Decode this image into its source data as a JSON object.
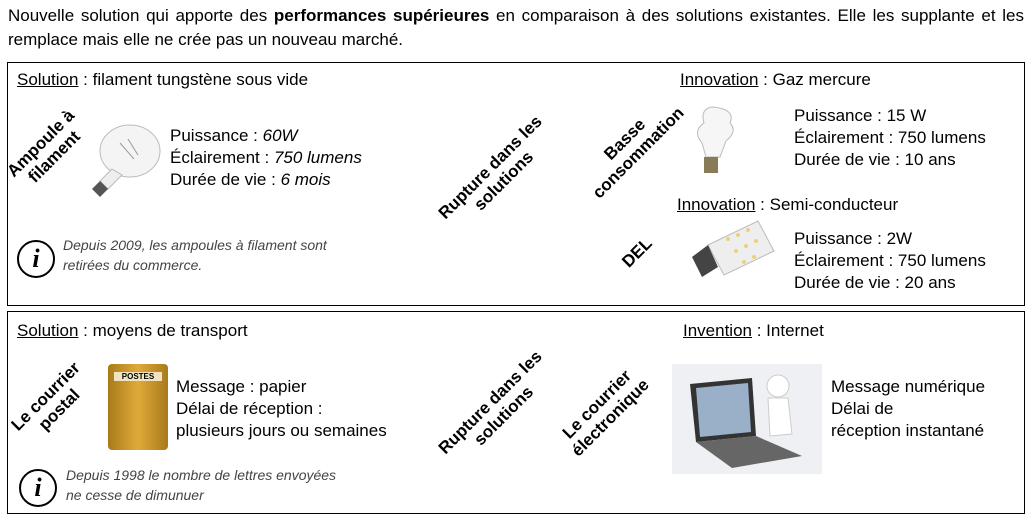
{
  "intro": {
    "pre": "Nouvelle solution qui apporte des ",
    "bold": "performances supérieures",
    "post": " en comparaison à des solutions existantes. Elle les supplante et les remplace mais elle ne crée pas un nouveau marché."
  },
  "box1": {
    "solution_label": "Solution",
    "solution_value": " : filament tungstène sous vide",
    "old_label_1": "Ampoule à",
    "old_label_2": "filament",
    "old_specs": [
      {
        "k": "Puissance : ",
        "v": "60W"
      },
      {
        "k": "Éclairement : ",
        "v": "750 lumens"
      },
      {
        "k": "Durée de vie : ",
        "v": "6 mois"
      }
    ],
    "note_1": "Depuis 2009, les ampoules à filament sont",
    "note_2": "retirées du commerce.",
    "info": "i",
    "rupture_1": "Rupture dans les",
    "rupture_2": "solutions",
    "inno1_label": "Innovation",
    "inno1_value": " : Gaz mercure",
    "inno1_name_1": "Basse",
    "inno1_name_2": "consommation",
    "inno1_specs": [
      "Puissance : 15 W",
      "Éclairement : 750 lumens",
      "Durée de vie : 10 ans"
    ],
    "inno2_label": "Innovation",
    "inno2_value": " : Semi-conducteur",
    "inno2_name": "DEL",
    "inno2_specs": [
      "Puissance : 2W",
      "Éclairement : 750 lumens",
      "Durée de vie : 20 ans"
    ]
  },
  "box2": {
    "solution_label": "Solution",
    "solution_value": " : moyens de transport",
    "old_label_1": "Le courrier",
    "old_label_2": "postal",
    "mailbox_text": "POSTES",
    "old_specs": [
      "Message : papier",
      "Délai de réception :",
      "plusieurs jours ou semaines"
    ],
    "note_1": "Depuis 1998 le nombre de lettres envoyées",
    "note_2": "ne cesse de dimunuer",
    "info": "i",
    "rupture_1": "Rupture dans les",
    "rupture_2": "solutions",
    "inv_label": "Invention",
    "inv_value": " :  Internet",
    "new_name_1": "Le courrier",
    "new_name_2": "électronique",
    "new_specs": [
      "Message numérique",
      "Délai de",
      "réception instantané"
    ]
  }
}
